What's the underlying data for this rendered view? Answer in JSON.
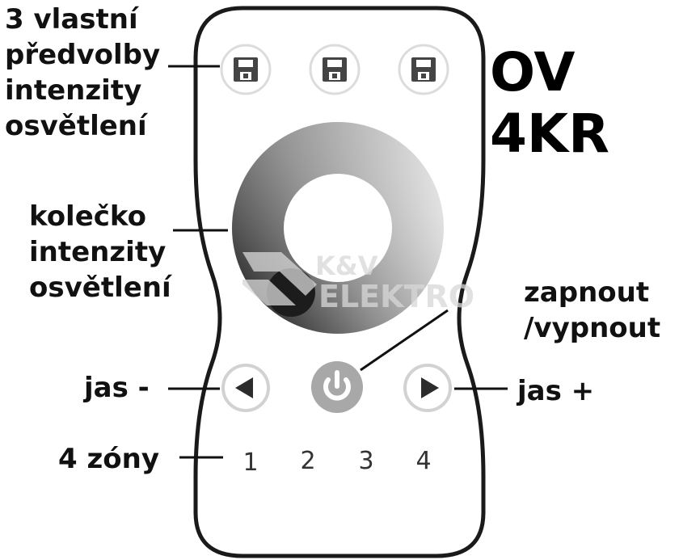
{
  "model_title": "OV 4KR",
  "watermark": {
    "line1": "K&V",
    "line2": "ELEKTRO"
  },
  "labels": {
    "presets": [
      "3 vlastní",
      "předvolby",
      "intenzity",
      "osvětlení"
    ],
    "wheel": [
      "kolečko",
      "intenzity",
      "osvětlení"
    ],
    "power": [
      "zapnout",
      "/vypnout"
    ],
    "brightness_down": "jas -",
    "brightness_up": "jas +",
    "zones": "4 zóny"
  },
  "zones": [
    "1",
    "2",
    "3",
    "4"
  ],
  "icons": {
    "preset_buttons": [
      "floppy-disk-icon",
      "floppy-disk-icon",
      "floppy-disk-icon"
    ],
    "left_button": "triangle-left-icon",
    "right_button": "triangle-right-icon",
    "power_button": "power-icon"
  },
  "colors": {
    "body_outline": "#1a1a1a",
    "button_ring": "#d8d8d8",
    "icon_dark": "#333333",
    "power_grey": "#a8a8a8"
  }
}
